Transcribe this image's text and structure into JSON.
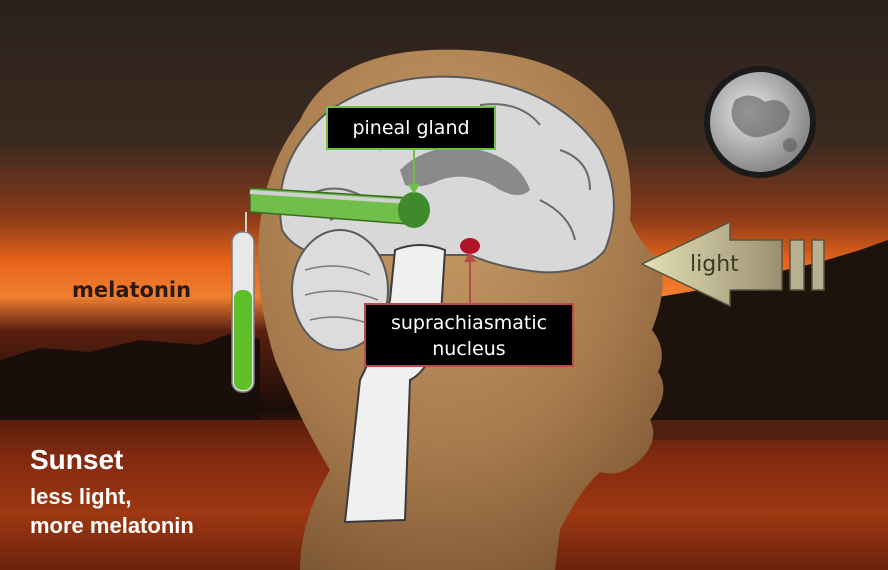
{
  "labels": {
    "pineal_gland": "pineal gland",
    "scn_line1": "suprachiasmatic",
    "scn_line2": "nucleus",
    "light": "light",
    "melatonin": "melatonin",
    "sunset_title": "Sunset",
    "sunset_line1": "less light,",
    "sunset_line2": "more melatonin"
  },
  "icons": [
    "moon-icon",
    "light-arrow-icon",
    "test-tube-icon",
    "brain-icon",
    "head-icon"
  ],
  "colors": {
    "pineal_border": "#6fbf4a",
    "scn_border": "#b84a4a",
    "melatonin_green": "#5fbf2a",
    "scn_marker": "#b0142a",
    "light_arrow": "#c9c49a",
    "sky_top": "#2b221c",
    "sunset_glow": "#e8641a"
  }
}
